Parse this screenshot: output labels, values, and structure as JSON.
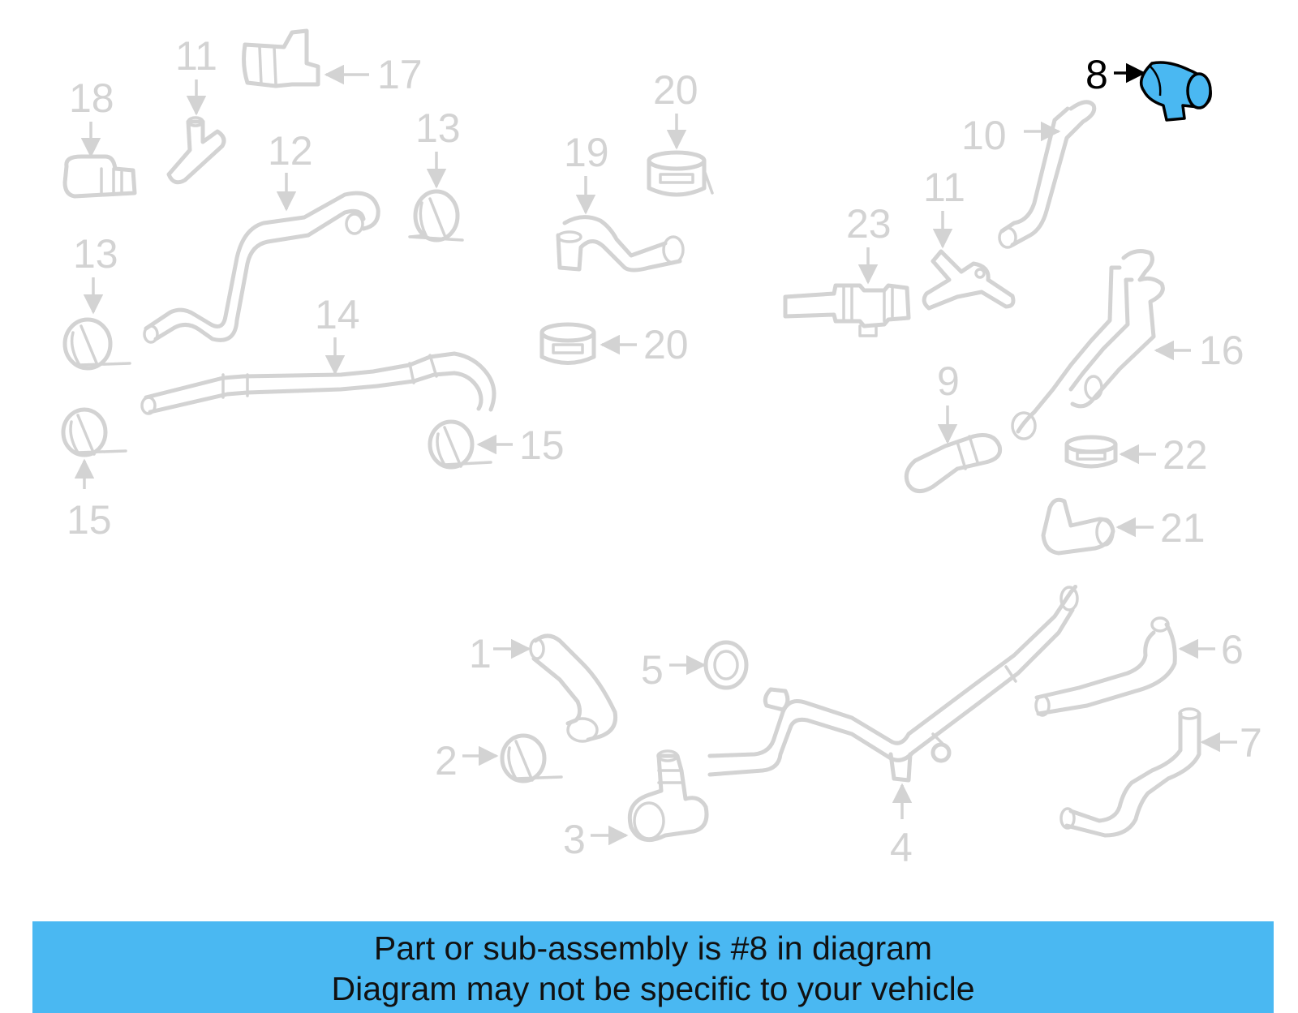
{
  "diagram": {
    "highlight_color": "#4ab8f2",
    "part_color": "#d3d3d3",
    "callouts": [
      {
        "id": "c8",
        "label": "8",
        "highlighted": true
      },
      {
        "id": "c18",
        "label": "18"
      },
      {
        "id": "c11a",
        "label": "11"
      },
      {
        "id": "c17",
        "label": "17"
      },
      {
        "id": "c12",
        "label": "12"
      },
      {
        "id": "c13a",
        "label": "13"
      },
      {
        "id": "c20a",
        "label": "20"
      },
      {
        "id": "c19",
        "label": "19"
      },
      {
        "id": "c10",
        "label": "10"
      },
      {
        "id": "c11b",
        "label": "11"
      },
      {
        "id": "c23",
        "label": "23"
      },
      {
        "id": "c13b",
        "label": "13"
      },
      {
        "id": "c14",
        "label": "14"
      },
      {
        "id": "c20b",
        "label": "20"
      },
      {
        "id": "c16",
        "label": "16"
      },
      {
        "id": "c9",
        "label": "9"
      },
      {
        "id": "c15a",
        "label": "15"
      },
      {
        "id": "c15b",
        "label": "15"
      },
      {
        "id": "c22",
        "label": "22"
      },
      {
        "id": "c21",
        "label": "21"
      },
      {
        "id": "c1",
        "label": "1"
      },
      {
        "id": "c5",
        "label": "5"
      },
      {
        "id": "c6",
        "label": "6"
      },
      {
        "id": "c2",
        "label": "2"
      },
      {
        "id": "c7",
        "label": "7"
      },
      {
        "id": "c3",
        "label": "3"
      },
      {
        "id": "c4",
        "label": "4"
      }
    ]
  },
  "banner": {
    "line1": "Part or sub-assembly is #8 in diagram",
    "line2": "Diagram may not be specific to your vehicle"
  }
}
